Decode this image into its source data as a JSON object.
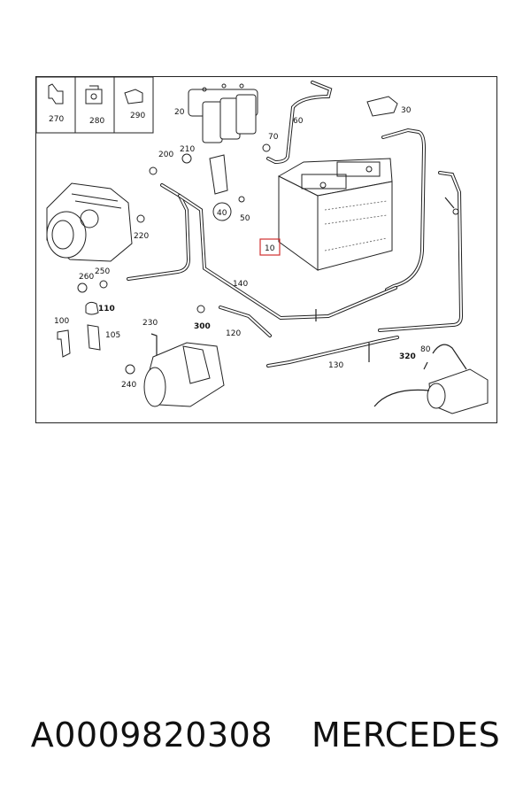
{
  "caption": {
    "part_number": "A0009820308",
    "brand": "MERCEDES"
  },
  "diagram": {
    "highlight_label": "10",
    "callouts": {
      "c270": "270",
      "c280": "280",
      "c290": "290",
      "c20": "20",
      "c60": "60",
      "c30": "30",
      "c70": "70",
      "c200": "200",
      "c210": "210",
      "c40": "40",
      "c50": "50",
      "c220": "220",
      "c250": "250",
      "c260": "260",
      "c110": "110",
      "c140": "140",
      "c100": "100",
      "c105": "105",
      "c230": "230",
      "c300": "300",
      "c120": "120",
      "c80": "80",
      "c320": "320",
      "c130": "130",
      "c240": "240"
    }
  }
}
